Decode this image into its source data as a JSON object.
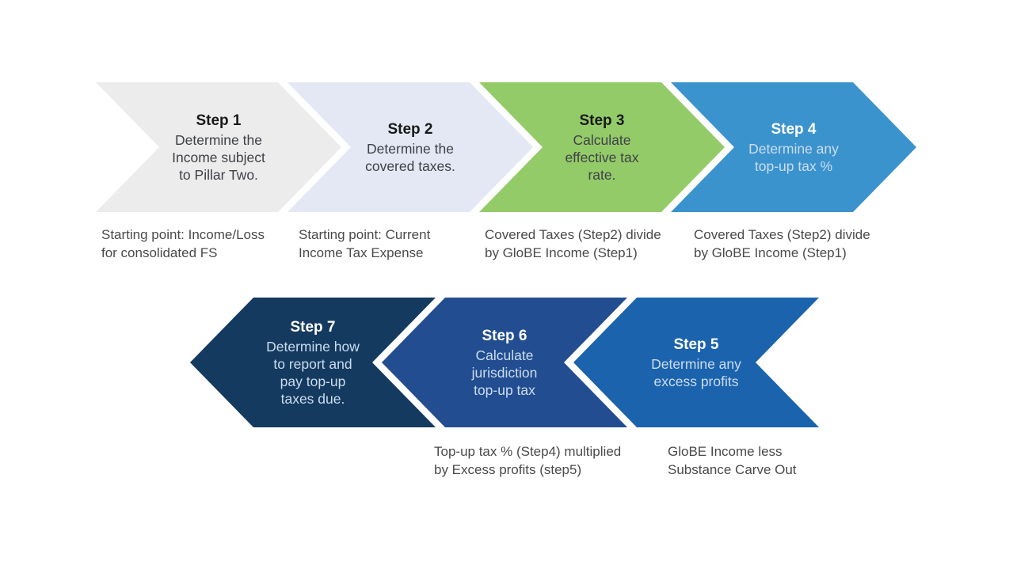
{
  "colors": {
    "step1_fill": "#ececec",
    "step2_fill": "#e3e8f4",
    "step3_fill": "#94cb69",
    "step4_fill": "#3b93ce",
    "step5_fill": "#1b63ad",
    "step6_fill": "#224d90",
    "step7_fill": "#143a5f",
    "dark_title_text": "#191919",
    "dark_body_text": "#3f4147",
    "light_body_text": "#ccdcef",
    "caption_text": "#4a4a4a"
  },
  "steps": [
    {
      "title": "Step 1",
      "body": "Determine the\nIncome subject\nto Pillar Two.",
      "caption": "Starting point: Income/Loss\nfor consolidated FS"
    },
    {
      "title": "Step 2",
      "body": "Determine the\ncovered taxes.",
      "caption": "Starting point: Current\nIncome Tax Expense"
    },
    {
      "title": "Step 3",
      "body": "Calculate\neffective tax\nrate.",
      "caption": "Covered Taxes (Step2) divide\nby GloBE Income (Step1)"
    },
    {
      "title": "Step 4",
      "body": "Determine any\ntop-up tax %",
      "caption": "Covered Taxes (Step2) divide\nby GloBE Income (Step1)"
    },
    {
      "title": "Step 5",
      "body": "Determine any\nexcess profits",
      "caption": "GloBE Income less\nSubstance Carve Out"
    },
    {
      "title": "Step 6",
      "body": "Calculate\njurisdiction\ntop-up tax",
      "caption": "Top-up tax % (Step4) multiplied\nby Excess profits (step5)"
    },
    {
      "title": "Step 7",
      "body": "Determine how\nto report and\npay top-up\ntaxes due."
    }
  ]
}
